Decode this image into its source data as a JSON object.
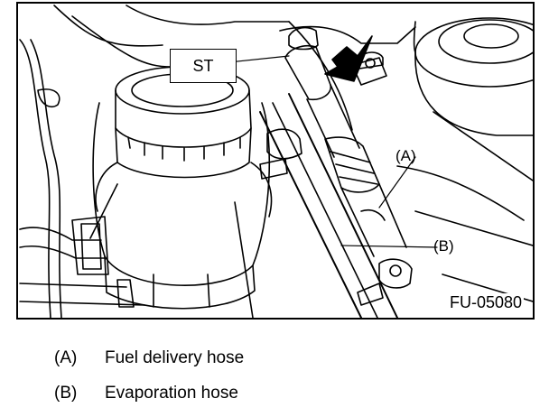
{
  "figure": {
    "callouts": {
      "st": "ST",
      "a": "(A)",
      "b": "(B)"
    },
    "figure_id": "FU-05080"
  },
  "legend": [
    {
      "key": "(A)",
      "text": "Fuel delivery hose"
    },
    {
      "key": "(B)",
      "text": "Evaporation hose"
    }
  ]
}
